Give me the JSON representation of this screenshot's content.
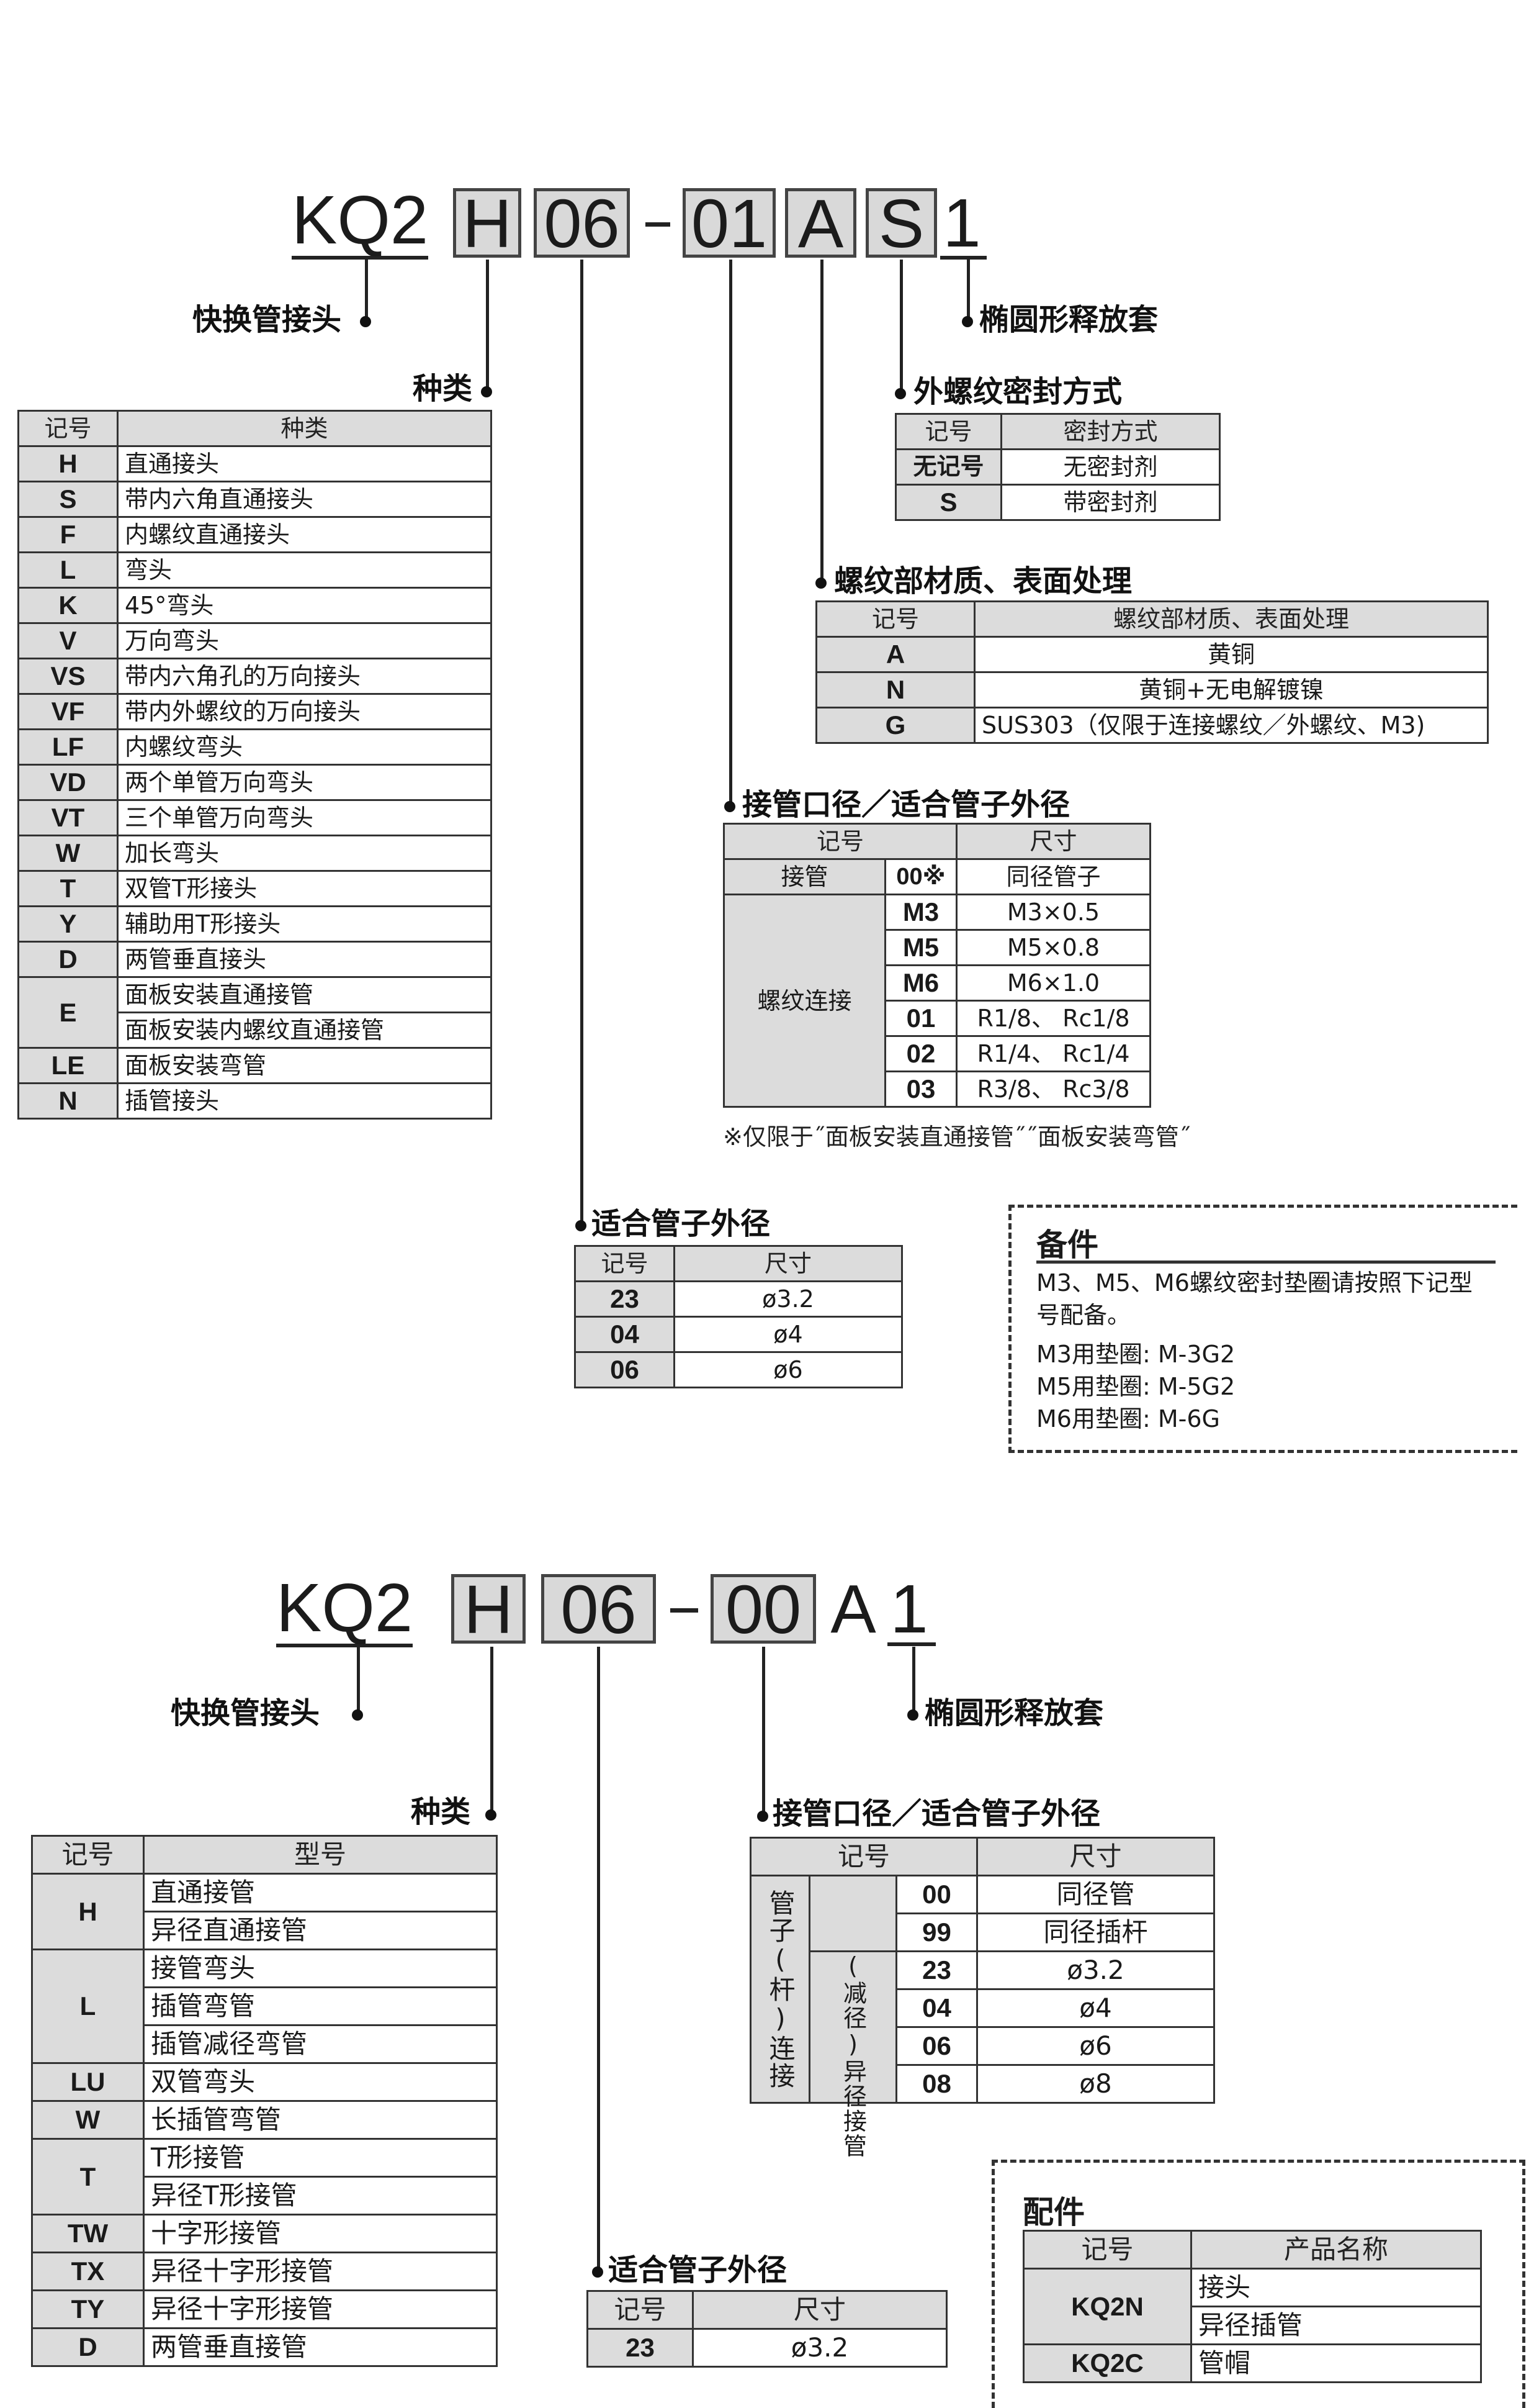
{
  "top": {
    "code": {
      "prefix": "KQ2",
      "type": "H",
      "size": "06",
      "dash": "-",
      "port": "01",
      "material": "A",
      "seal": "S",
      "release": "1"
    },
    "labels": {
      "fitting": "快换管接头",
      "release_sleeve": "椭圆形释放套",
      "type": "种类",
      "seal": "外螺纹密封方式",
      "material": "螺纹部材质、表面处理",
      "port": "接管口径／适合管子外径",
      "tube_od": "适合管子外径"
    },
    "type_table": {
      "headers": [
        "记号",
        "种类"
      ],
      "rows": [
        [
          "H",
          "直通接头"
        ],
        [
          "S",
          "带内六角直通接头"
        ],
        [
          "F",
          "内螺纹直通接头"
        ],
        [
          "L",
          "弯头"
        ],
        [
          "K",
          "45°弯头"
        ],
        [
          "V",
          "万向弯头"
        ],
        [
          "VS",
          "带内六角孔的万向接头"
        ],
        [
          "VF",
          "带内外螺纹的万向接头"
        ],
        [
          "LF",
          "内螺纹弯头"
        ],
        [
          "VD",
          "两个单管万向弯头"
        ],
        [
          "VT",
          "三个单管万向弯头"
        ],
        [
          "W",
          "加长弯头"
        ],
        [
          "T",
          "双管T形接头"
        ],
        [
          "Y",
          "辅助用T形接头"
        ],
        [
          "D",
          "两管垂直接头"
        ]
      ],
      "e_code": "E",
      "e_rows": [
        "面板安装直通接管",
        "面板安装内螺纹直通接管"
      ],
      "tail_rows": [
        [
          "LE",
          "面板安装弯管"
        ],
        [
          "N",
          "插管接头"
        ]
      ]
    },
    "seal_table": {
      "headers": [
        "记号",
        "密封方式"
      ],
      "rows": [
        [
          "无记号",
          "无密封剂"
        ],
        [
          "S",
          "带密封剂"
        ]
      ]
    },
    "material_table": {
      "headers": [
        "记号",
        "螺纹部材质、表面处理"
      ],
      "rows": [
        [
          "A",
          "黄铜"
        ],
        [
          "N",
          "黄铜+无电解镀镍"
        ],
        [
          "G",
          "SUS303（仅限于连接螺纹／外螺纹、M3)"
        ]
      ]
    },
    "port_table": {
      "headers": [
        "记号",
        "尺寸"
      ],
      "tube_group": "接管",
      "tube_code": "00※",
      "tube_size": "同径管子",
      "thread_group": "螺纹连接",
      "thread_rows": [
        [
          "M3",
          "M3×0.5"
        ],
        [
          "M5",
          "M5×0.8"
        ],
        [
          "M6",
          "M6×1.0"
        ],
        [
          "01",
          "R1/8、 Rc1/8"
        ],
        [
          "02",
          "R1/4、 Rc1/4"
        ],
        [
          "03",
          "R3/8、 Rc3/8"
        ]
      ],
      "note": "※仅限于˝面板安装直通接管˝˝面板安装弯管˝"
    },
    "od_table": {
      "headers": [
        "记号",
        "尺寸"
      ],
      "rows": [
        [
          "23",
          "ø3.2"
        ],
        [
          "04",
          "ø4"
        ],
        [
          "06",
          "ø6"
        ]
      ]
    },
    "accessory": {
      "title": "备件",
      "line1": "M3、M5、M6螺纹密封垫圈请按照下记型",
      "line2": "号配备。",
      "items": [
        "M3用垫圈: M-3G2",
        "M5用垫圈: M-5G2",
        "M6用垫圈: M-6G"
      ]
    }
  },
  "bottom": {
    "code": {
      "prefix": "KQ2",
      "type": "H",
      "size": "06",
      "dash": "-",
      "port": "00",
      "material": "A",
      "release": "1"
    },
    "labels": {
      "fitting": "快换管接头",
      "release_sleeve": "椭圆形释放套",
      "type": "种类",
      "port": "接管口径／适合管子外径",
      "tube_od": "适合管子外径"
    },
    "type_table": {
      "headers": [
        "记号",
        "型号"
      ],
      "groups": [
        {
          "code": "H",
          "rows": [
            "直通接管",
            "异径直通接管"
          ]
        },
        {
          "code": "L",
          "rows": [
            "接管弯头",
            "插管弯管",
            "插管减径弯管"
          ]
        },
        {
          "code": "LU",
          "rows": [
            "双管弯头"
          ]
        },
        {
          "code": "W",
          "rows": [
            "长插管弯管"
          ]
        },
        {
          "code": "T",
          "rows": [
            "T形接管",
            "异径T形接管"
          ]
        },
        {
          "code": "TW",
          "rows": [
            "十字形接管"
          ]
        },
        {
          "code": "TX",
          "rows": [
            "异径十字形接管"
          ]
        },
        {
          "code": "TY",
          "rows": [
            "异径十字形接管"
          ]
        },
        {
          "code": "D",
          "rows": [
            "两管垂直接管"
          ]
        }
      ]
    },
    "port_table": {
      "headers": [
        "记号",
        "尺寸"
      ],
      "outer_group": "管子(杆)连接",
      "inner_group": "(减径)异径接管",
      "rows": [
        [
          "00",
          "同径管"
        ],
        [
          "99",
          "同径插杆"
        ],
        [
          "23",
          "ø3.2"
        ],
        [
          "04",
          "ø4"
        ],
        [
          "06",
          "ø6"
        ],
        [
          "08",
          "ø8"
        ]
      ]
    },
    "od_table": {
      "headers": [
        "记号",
        "尺寸"
      ],
      "rows": [
        [
          "23",
          "ø3.2"
        ]
      ]
    },
    "accessory": {
      "title": "配件",
      "headers": [
        "记号",
        "产品名称"
      ],
      "rows": [
        [
          "KQ2N",
          "接头"
        ],
        [
          "",
          "异径插管"
        ],
        [
          "KQ2C",
          "管帽"
        ]
      ]
    }
  }
}
